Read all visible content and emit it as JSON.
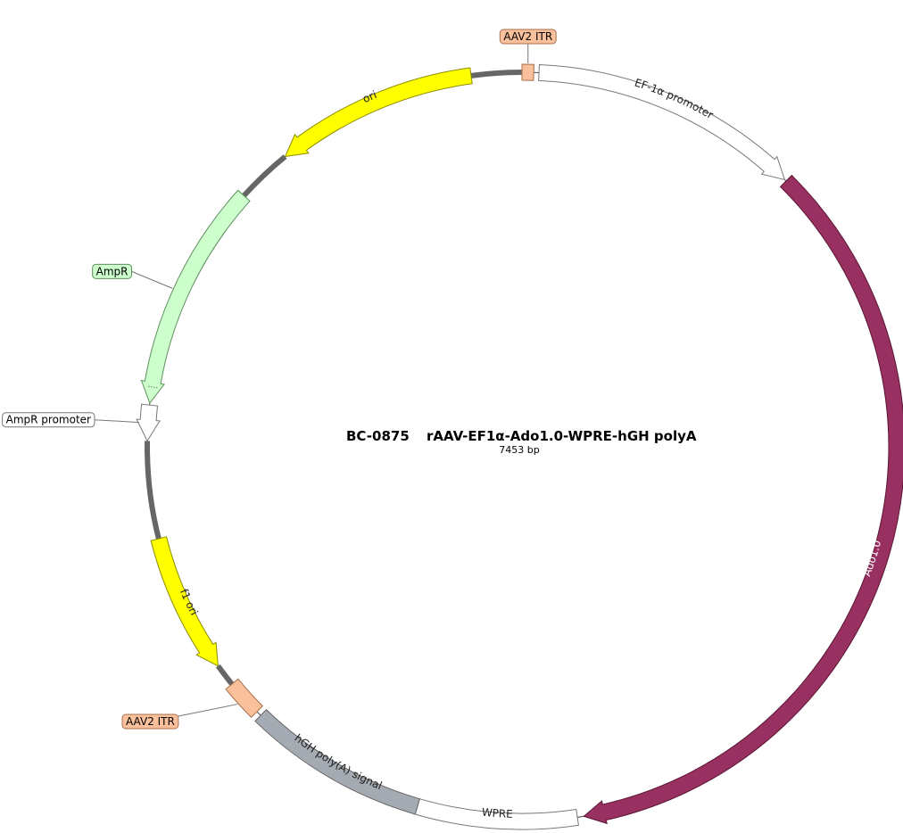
{
  "title": {
    "id": "BC-0875",
    "name": "rAAV-EF1α-Ado1.0-WPRE-hGH polyA",
    "size": "7453 bp"
  },
  "backbone_color": "#666666",
  "features": [
    {
      "key": "itr_top",
      "name": "AAV2 ITR",
      "type": "box",
      "start": 0,
      "end": 1.8,
      "color": "#f9c09b",
      "stroke": "#a7714e",
      "label_mode": "callout",
      "callout_side": "top"
    },
    {
      "key": "ef1a",
      "name": "EF-1α promoter",
      "type": "arrow",
      "dir": 1,
      "start": 2.6,
      "end": 44.5,
      "color": "#ffffff",
      "stroke": "#777777",
      "label_mode": "inside",
      "text_color": "#222222"
    },
    {
      "key": "ado",
      "name": "Ado1.0",
      "type": "arrow",
      "dir": 1,
      "start": 44.8,
      "end": 170.5,
      "color": "#983061",
      "stroke": "#5a1634",
      "label_mode": "inside",
      "text_color": "#ffffff"
    },
    {
      "key": "wpre",
      "name": "WPRE",
      "type": "box",
      "start": 171.5,
      "end": 196.2,
      "color": "#ffffff",
      "stroke": "#777777",
      "label_mode": "inside",
      "text_color": "#222222"
    },
    {
      "key": "hgh",
      "name": "hGH poly(A) signal",
      "type": "box",
      "start": 196.2,
      "end": 224.2,
      "color": "#a5abb2",
      "stroke": "#666666",
      "label_mode": "inside",
      "text_color": "#222222"
    },
    {
      "key": "itr_bottom",
      "name": "AAV2 ITR",
      "type": "box",
      "start": 225,
      "end": 230.7,
      "color": "#f9c09b",
      "stroke": "#a7714e",
      "label_mode": "callout",
      "callout_side": "bottom-left"
    },
    {
      "key": "f1ori",
      "name": "f1 ori",
      "type": "arrow",
      "dir": -1,
      "start": 234.2,
      "end": 255.8,
      "color": "#ffff00",
      "stroke": "#8c8c00",
      "label_mode": "inside",
      "text_color": "#222222"
    },
    {
      "key": "amprp",
      "name": "AmpR promoter",
      "type": "arrow",
      "dir": -1,
      "start": 270.9,
      "end": 276.4,
      "color": "#ffffff",
      "stroke": "#777777",
      "label_mode": "callout",
      "callout_side": "left"
    },
    {
      "key": "ampr",
      "name": "AmpR",
      "type": "arrow",
      "dir": -1,
      "start": 276.7,
      "end": 312.1,
      "color": "#ccffcc",
      "stroke": "#5e8f5e",
      "label_mode": "callout",
      "callout_side": "left"
    },
    {
      "key": "ori",
      "name": "ori",
      "type": "arrow",
      "dir": -1,
      "start": 320.8,
      "end": 352.2,
      "color": "#ffff00",
      "stroke": "#8c8c00",
      "label_mode": "inside",
      "text_color": "#222222"
    }
  ]
}
